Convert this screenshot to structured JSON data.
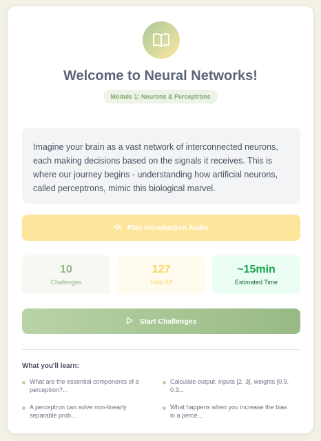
{
  "header": {
    "icon": "book-open-icon",
    "title": "Welcome to Neural Networks!",
    "module_badge": "Module 1: Neurons & Perceptrons"
  },
  "intro": {
    "text": "Imagine your brain as a vast network of interconnected neurons, each making decisions based on the signals it receives. This is where our journey begins - understanding how artificial neurons, called perceptrons, mimic this biological marvel."
  },
  "audio_button": {
    "icon": "speaker-icon",
    "label": "Play Introduction Audio"
  },
  "stats": [
    {
      "value": "10",
      "label": "Challenges"
    },
    {
      "value": "127",
      "label": "Total XP"
    },
    {
      "value": "~15min",
      "label": "Estimated Time"
    }
  ],
  "start_button": {
    "icon": "play-icon",
    "label": "Start Challenges"
  },
  "learn": {
    "title": "What you'll learn:",
    "items": [
      "What are the essential components of a perceptron?...",
      "Calculate output: inputs [2, 3], weights [0.5, 0.3...",
      "A perceptron can solve non-linearly separable prob...",
      "What happens when you increase the bias in a perce..."
    ]
  },
  "colors": {
    "accent_green": "#97ba84",
    "accent_yellow": "#fde59b",
    "title_color": "#5c6478"
  }
}
